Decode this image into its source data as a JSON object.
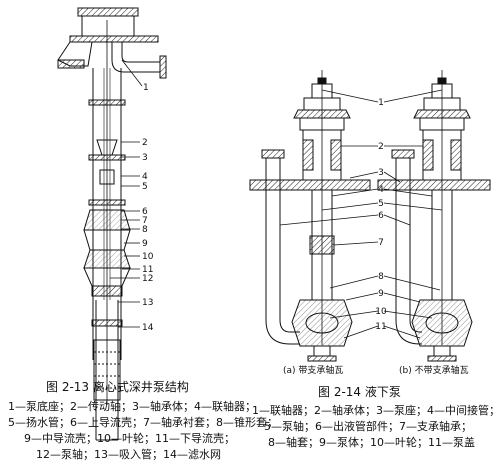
{
  "fig213": {
    "title": "图 2-13   离心式深井泵结构",
    "legend": [
      "1—泵底座；2—传动轴；3—轴承体；4—联轴器；",
      "5—扬水管；6—上导流壳；7—轴承衬套；8—锥形套；",
      "9—中导流壳；10—叶轮；11—下导流壳；",
      "12—泵轴；13—吸入管；14—滤水网"
    ],
    "labels": [
      "1",
      "2",
      "3",
      "4",
      "5",
      "6",
      "7",
      "8",
      "9",
      "10",
      "11",
      "12",
      "13",
      "14"
    ]
  },
  "fig214": {
    "title": "图 2-14   液下泵",
    "legend": [
      "1—联轴器；2—轴承体；3—泵座；4—中间接管；",
      "5—泵轴；6—出液管部件；7—支承轴承；",
      "8—轴套；9—泵体；10—叶轮；11—泵盖"
    ],
    "labels": [
      "1",
      "2",
      "3",
      "4",
      "5",
      "6",
      "7",
      "8",
      "9",
      "10",
      "11"
    ],
    "sub_a": "(a)  带支承轴瓦",
    "sub_b": "(b)  不带支承轴瓦"
  }
}
